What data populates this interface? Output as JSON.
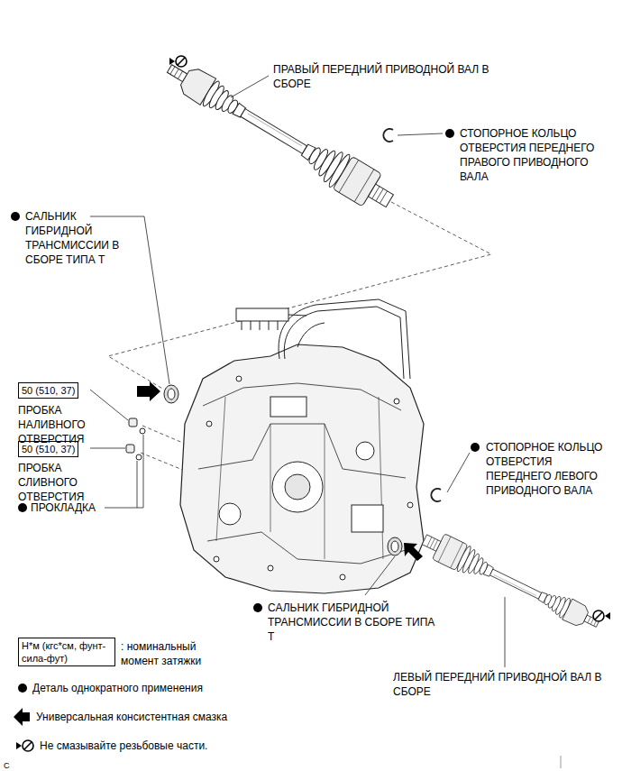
{
  "diagram": {
    "nodes": [
      {
        "text": [
          "50 (510, 37)"
        ]
      },
      {
        "text": [
          "50 (510, 37)"
        ]
      },
      {
        "text": [
          "Н*м (кгс*см, фунт-сила-фут)"
        ]
      }
    ],
    "labels": [
      "ПРАВЫЙ ПЕРЕДНИЙ ПРИВОДНОЙ ВАЛ В СБОРЕ",
      "СТОПОРНОЕ КОЛЬЦО ОТВЕРСТИЯ ПЕРЕДНЕГО ПРАВОГО ПРИВОДНОГО ВАЛА",
      "САЛЬНИК ГИБРИДНОЙ ТРАНСМИССИИ В СБОРЕ ТИПА Т",
      "ПРОБКА НАЛИВНОГО ОТВЕРСТИЯ",
      "ПРОБКА СЛИВНОГО ОТВЕРСТИЯ",
      "ПРОКЛАДКА",
      "СТОПОРНОЕ КОЛЬЦО ОТВЕРСТИЯ ПЕРЕДНЕГО ЛЕВОГО ПРИВОДНОГО ВАЛА",
      "САЛЬНИК ГИБРИДНОЙ ТРАНСМИССИИ В СБОРЕ ТИПА Т",
      "ЛЕВЫЙ ПЕРЕДНИЙ ПРИВОДНОЙ ВАЛ В СБОРЕ",
      "C"
    ],
    "legend": [
      {
        "text": ": номинальный момент затяжки"
      },
      {
        "text": "Деталь однократного применения"
      },
      {
        "text": "Универсальная консистентная смазка"
      },
      {
        "text": "Не смазывайте резьбовые части."
      }
    ]
  }
}
